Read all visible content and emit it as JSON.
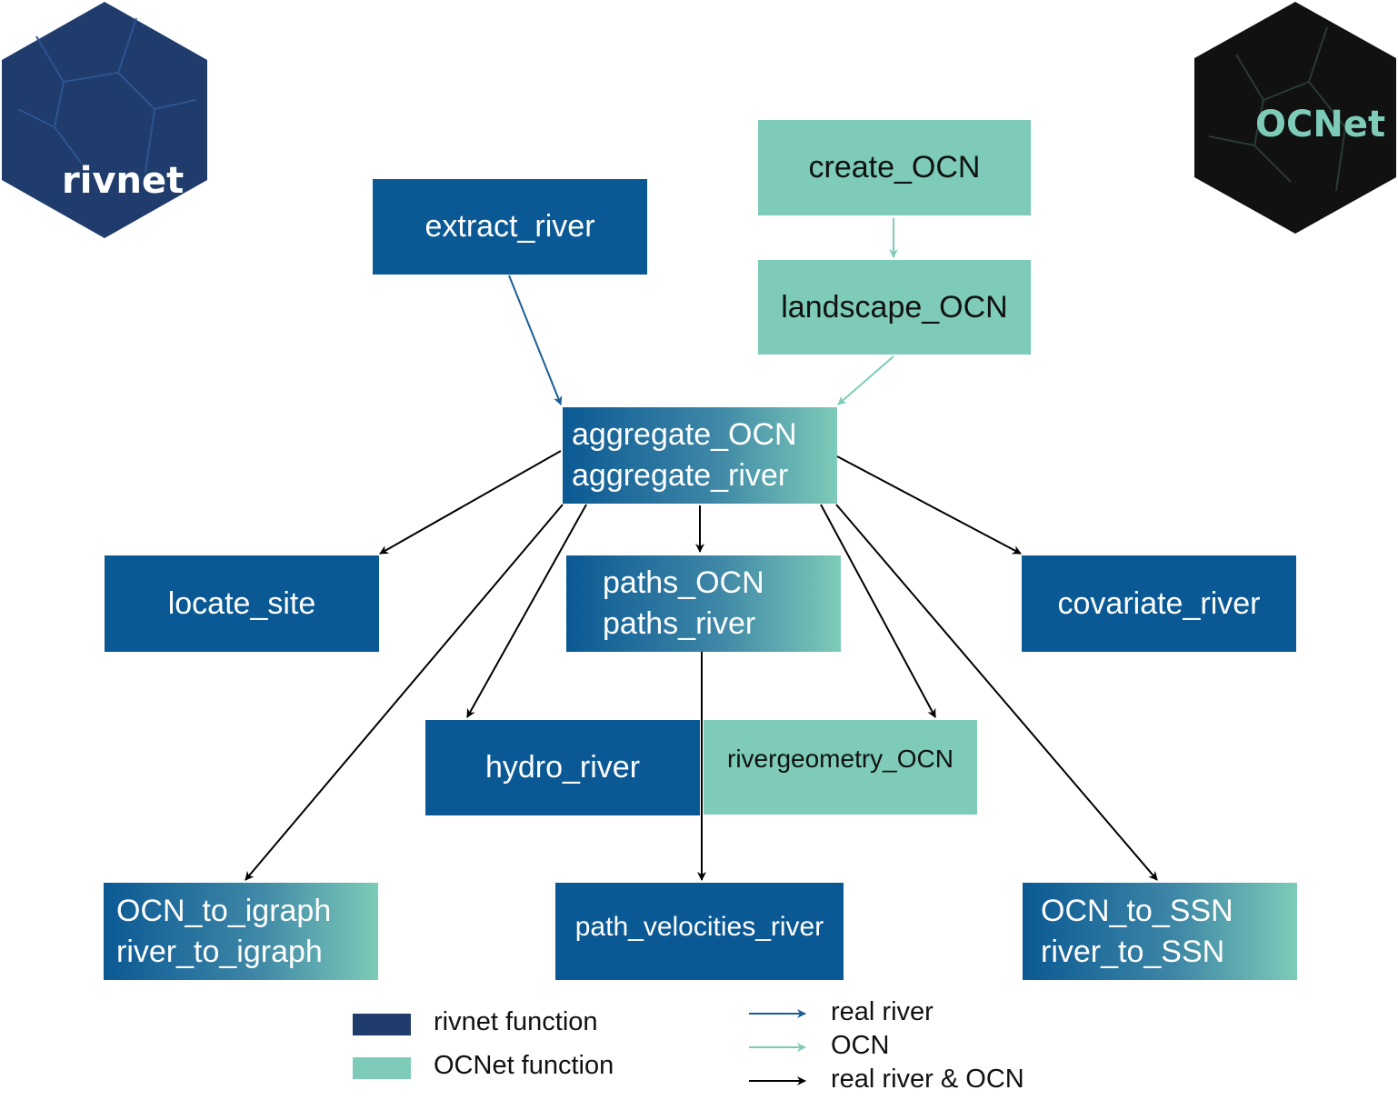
{
  "logos": {
    "rivnet": {
      "label": "rivnet",
      "color": "#1f3c6d",
      "text_color": "#ffffff"
    },
    "ocnet": {
      "label": "OCNet",
      "color": "#111111",
      "text_color": "#7dcbb8"
    }
  },
  "colors": {
    "rivnet": "#0b5994",
    "ocnet": "#7dcbb8",
    "rivnet_legend": "#1f3c6d",
    "real_river_arrow": "#1a5e96",
    "ocn_arrow": "#7dcbb8",
    "both_arrow": "#000000"
  },
  "nodes": {
    "create_ocn": "create_OCN",
    "extract_river": "extract_river",
    "landscape_ocn": "landscape_OCN",
    "aggregate": [
      "aggregate_OCN",
      "aggregate_river"
    ],
    "locate_site": "locate_site",
    "paths": [
      "paths_OCN",
      "paths_river"
    ],
    "covariate_river": "covariate_river",
    "hydro_river": "hydro_river",
    "rivergeometry_ocn": "rivergeometry_OCN",
    "to_igraph": [
      "OCN_to_igraph",
      "river_to_igraph"
    ],
    "path_velocities_river": "path_velocities_river",
    "to_ssn": [
      "OCN_to_SSN",
      "river_to_SSN"
    ]
  },
  "legend": {
    "boxes": [
      {
        "label": "rivnet function",
        "color": "#1f3c6d"
      },
      {
        "label": "OCNet function",
        "color": "#7dcbb8"
      }
    ],
    "arrows": [
      {
        "label": "real river",
        "color": "#1a5e96"
      },
      {
        "label": "OCN",
        "color": "#7dcbb8"
      },
      {
        "label": "real river & OCN",
        "color": "#000000"
      }
    ]
  }
}
